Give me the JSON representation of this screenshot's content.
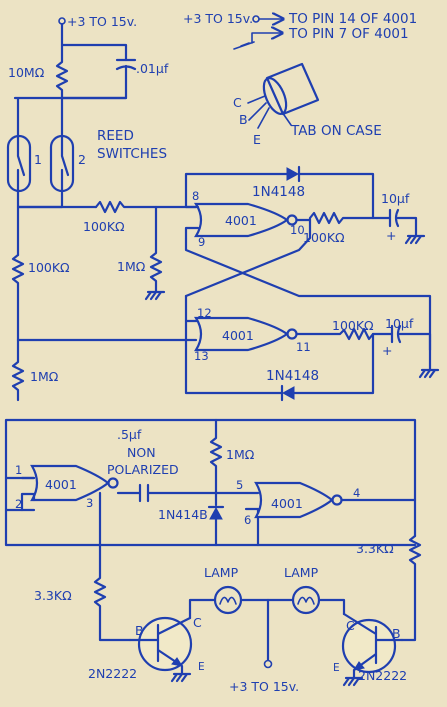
{
  "labels": {
    "vcc_top": "+3 TO 15v.",
    "note_vcc": "+3 TO 15v.",
    "note_vcc_dest": "TO PIN 14 OF 4001",
    "note_gnd_dest": "TO PIN 7 OF 4001",
    "r_10m": "10MΩ",
    "c_01": ".01μf",
    "reed_title_1": "REED",
    "reed_title_2": "SWITCHES",
    "reed1": "1",
    "reed2": "2",
    "tab_c": "C",
    "tab_b": "B",
    "tab_e": "E",
    "tab_on_case": "TAB ON CASE",
    "diode_top": "1N4148",
    "r_100k_a": "100KΩ",
    "gate1": "4001",
    "pin8": "8",
    "pin9": "9",
    "pin10": "10",
    "r_100k_b": "100KΩ",
    "c_10_a": "10μf",
    "plus_a": "+",
    "r_1m_a": "1MΩ",
    "r_100k_c": "100KΩ",
    "pin12": "12",
    "pin13": "13",
    "pin11": "11",
    "gate2": "4001",
    "r_100k_d": "100KΩ",
    "c_10_b": "10μf",
    "plus_b": "+",
    "diode_mid": "1N4148",
    "r_1m_b": "1MΩ",
    "c_05_1": ".5μf",
    "c_05_2": "NON",
    "c_05_3": "POLARIZED",
    "r_1m_c": "1MΩ",
    "gate3": "4001",
    "pin1": "1",
    "pin2": "2",
    "pin3": "3",
    "diode_low": "1N414B",
    "gate4": "4001",
    "pin5": "5",
    "pin6": "6",
    "pin4": "4",
    "r_33k_r": "3.3KΩ",
    "r_33k_l": "3.3KΩ",
    "lamp1": "LAMP",
    "lamp2": "LAMP",
    "q1_b": "B",
    "q1_c": "C",
    "q1_e": "E",
    "q1_name": "2N2222",
    "q2_c": "C",
    "q2_b": "B",
    "q2_e": "E",
    "q2_name": "2N2222",
    "vcc_bottom": "+3 TO 15v."
  }
}
